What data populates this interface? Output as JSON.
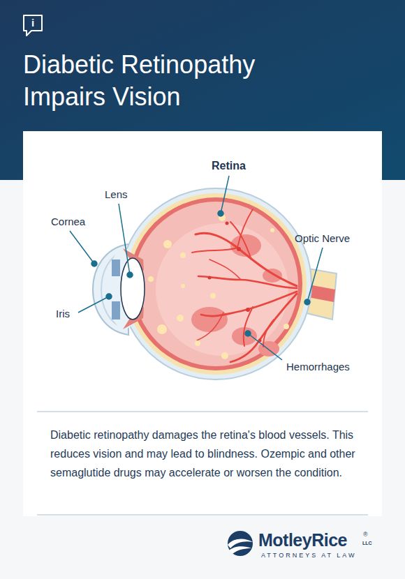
{
  "diagram": {
    "title": "Diabetic Retinopathy Impairs Vision",
    "caption": "Diabetic retinopathy damages the retina's blood vessels. This reduces vision and may lead to blindness. Ozempic and other semaglutide drugs may accelerate or worsen the condition.",
    "labels": [
      "i",
      "Retina",
      "Lens",
      "Cornea",
      "Optic Nerve",
      "Iris",
      "Hemorrhages",
      "MotleyRice",
      "®",
      "LLC",
      "ATTORNEYS AT LAW"
    ]
  }
}
